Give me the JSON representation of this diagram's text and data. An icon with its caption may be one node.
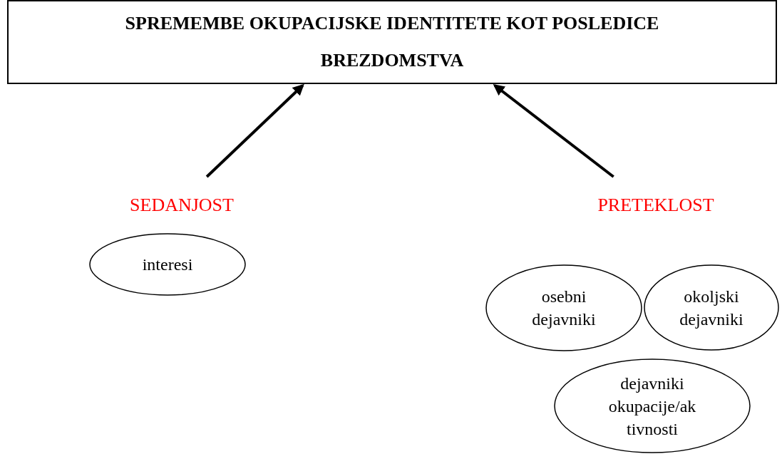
{
  "diagram": {
    "nodes": [
      {
        "text": [
          "SPREMEMBE OKUPACIJSKE IDENTITETE KOT POSLEDICE BREZDOMSTVA"
        ]
      },
      {
        "text": [
          "SEDANJOST"
        ]
      },
      {
        "text": [
          "PRETEKLOST"
        ]
      },
      {
        "text": [
          "interesi"
        ]
      },
      {
        "text": [
          "osebni dejavniki"
        ]
      },
      {
        "text": [
          "okoljski dejavniki"
        ]
      },
      {
        "text": [
          "dejavniki okupacije/ak tivnosti"
        ]
      }
    ],
    "edges": [
      {
        "from": 1,
        "to": 0,
        "arrow": "to"
      },
      {
        "from": 2,
        "to": 0,
        "arrow": "to"
      }
    ]
  }
}
